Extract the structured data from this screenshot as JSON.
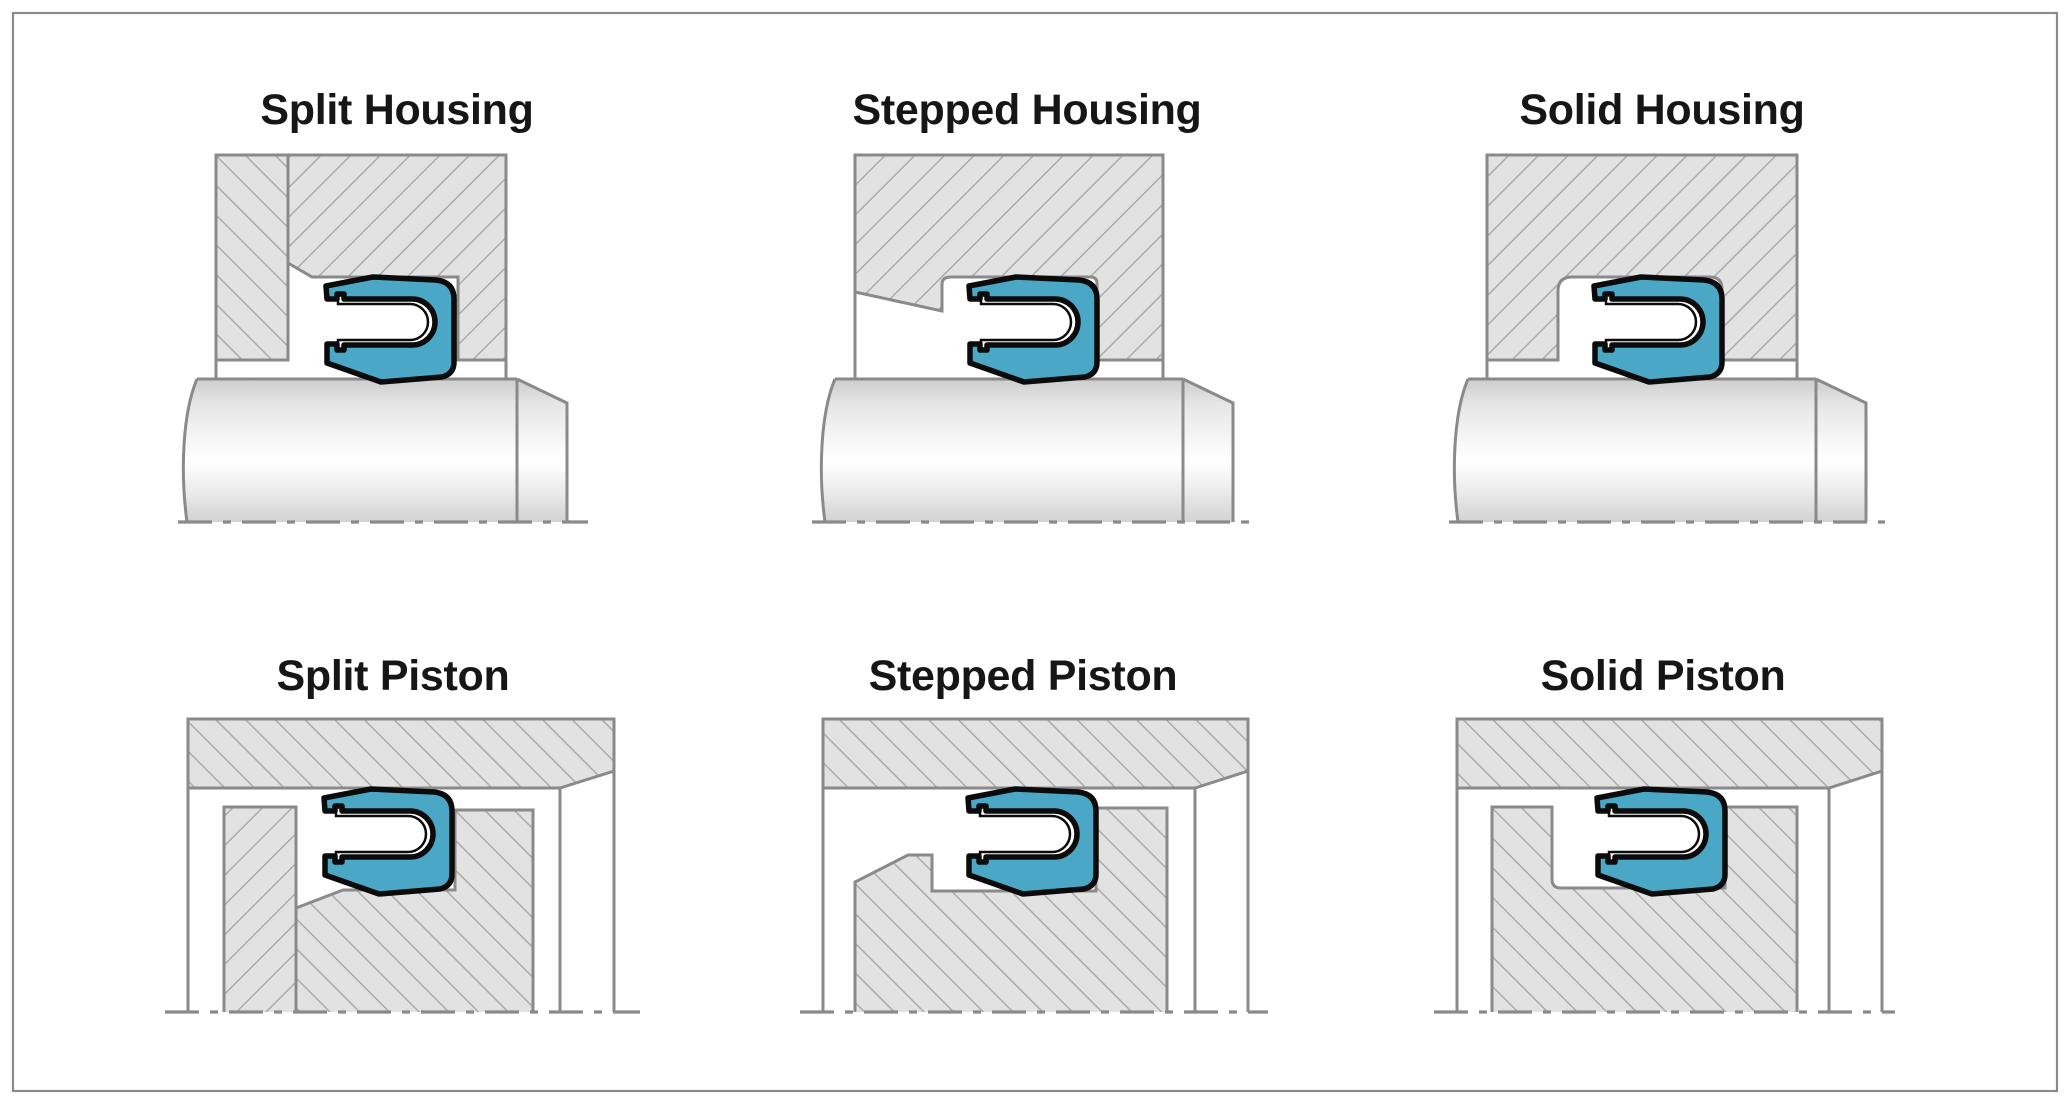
{
  "panels": [
    {
      "id": "split-housing",
      "title": "Split Housing"
    },
    {
      "id": "stepped-housing",
      "title": "Stepped Housing"
    },
    {
      "id": "solid-housing",
      "title": "Solid Housing"
    },
    {
      "id": "split-piston",
      "title": "Split Piston"
    },
    {
      "id": "stepped-piston",
      "title": "Stepped Piston"
    },
    {
      "id": "solid-piston",
      "title": "Solid Piston"
    }
  ],
  "colors": {
    "seal": "#4aa7c6",
    "seal_outline": "#0b0b0b",
    "hatch_fill": "#e2e2e2",
    "hatch_line": "#ababab",
    "edge": "#8a8a8a",
    "background": "#ffffff"
  }
}
